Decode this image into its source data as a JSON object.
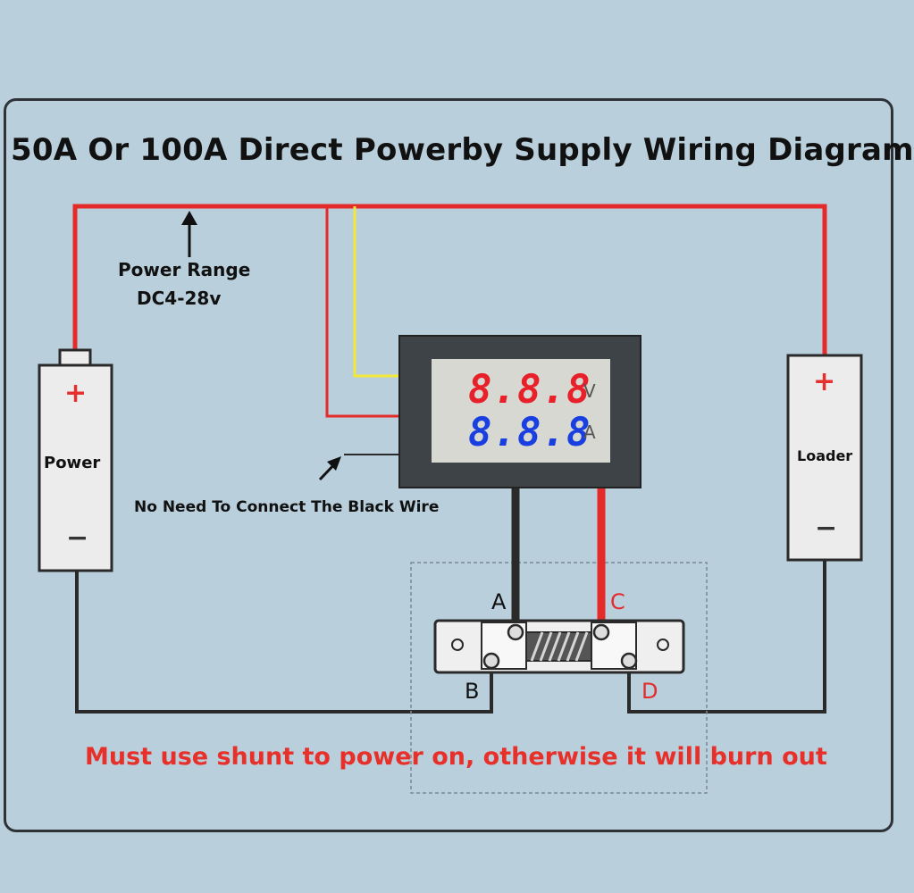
{
  "title": "50A Or 100A Direct Powerby Supply Wiring Diagram",
  "power_range": {
    "label": "Power Range",
    "value": "DC4-28v"
  },
  "black_wire_note": "No Need To Connect The Black Wire",
  "power_source": {
    "label": "Power",
    "plus": "+",
    "minus": "−"
  },
  "loader": {
    "label": "Loader",
    "plus": "+",
    "minus": "−"
  },
  "meter": {
    "voltage_display": "8.8.8",
    "current_display": "8.8.8",
    "voltage_unit": "V",
    "current_unit": "A",
    "voltage_color": "#e8202a",
    "current_color": "#1a3fe0"
  },
  "shunt_terminals": {
    "a": "A",
    "b": "B",
    "c": "C",
    "d": "D"
  },
  "warning": "Must use shunt to power on, otherwise it will burn out",
  "colors": {
    "red_wire": "#e52a2a",
    "yellow_wire": "#f2e83a",
    "black_wire": "#2a2a2a",
    "background": "#b9cfdc"
  }
}
